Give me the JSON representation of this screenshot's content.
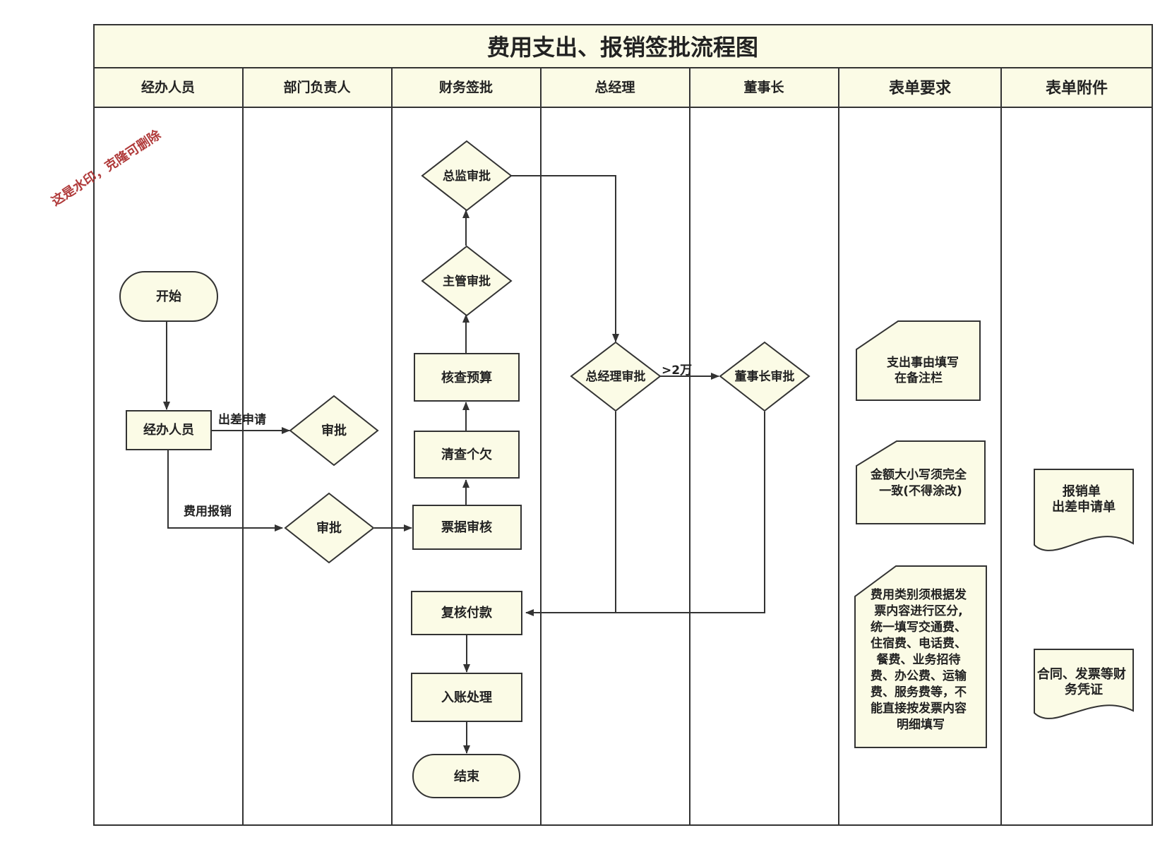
{
  "title": "费用支出、报销签批流程图",
  "watermark": "这是水印，克隆可删除",
  "lanes": [
    "经办人员",
    "部门负责人",
    "财务签批",
    "总经理",
    "董事长",
    "表单要求",
    "表单附件"
  ],
  "nodes": {
    "start": "开始",
    "handler": "经办人员",
    "dept_approve_trip": "审批",
    "dept_approve_expense": "审批",
    "director_approve": "总监审批",
    "manager_approve": "主管审批",
    "check_budget": "核查预算",
    "check_debt": "清查个欠",
    "invoice_review": "票据审核",
    "recheck_pay": "复核付款",
    "bookkeeping": "入账处理",
    "end": "结束",
    "gm_approve": "总经理审批",
    "chairman_approve": "董事长审批"
  },
  "edge_labels": {
    "trip_request": "出差申请",
    "expense_claim": "费用报销",
    "over_20k": ">2万"
  },
  "requirements": {
    "r1": [
      "支出事由填写",
      "在备注栏"
    ],
    "r2": [
      "金额大小写须完全",
      "一致(不得涂改)"
    ],
    "r3": [
      "费用类别须根据发",
      "票内容进行区分,",
      "统一填写交通费、",
      "住宿费、电话费、",
      "餐费、业务招待",
      "费、办公费、运输",
      "费、服务费等，不",
      "能直接按发票内容",
      "明细填写"
    ]
  },
  "attachments": {
    "a1": [
      "报销单",
      "出差申请单"
    ],
    "a2": [
      "合同、发票等财",
      "务凭证"
    ]
  },
  "colors": {
    "fill": "#fbfbe6",
    "stroke": "#333333",
    "watermark": "#b03a3a"
  }
}
